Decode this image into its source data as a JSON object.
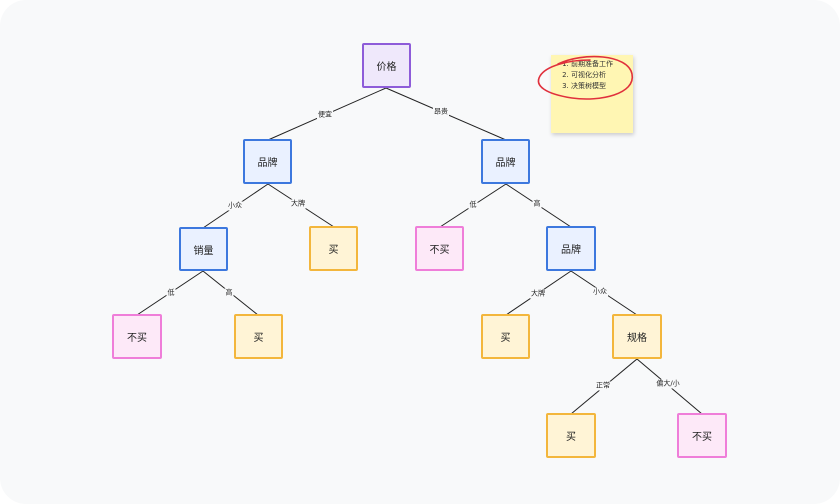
{
  "nodes": {
    "root": "价格",
    "left_brand": "品牌",
    "right_brand": "品牌",
    "sales": "销量",
    "buy_bigbrand": "买",
    "nobuy_low_price": "不买",
    "nobuy_low_sales": "不买",
    "buy_high_sales": "买",
    "second_brand": "品牌",
    "buy_bigbrand_2": "买",
    "spec": "规格",
    "buy_normal": "买",
    "nobuy_size": "不买"
  },
  "edges": {
    "cheap": "便宜",
    "expensive": "昂贵",
    "niche": "小众",
    "big_brand": "大牌",
    "low": "低",
    "high": "高",
    "low2": "低",
    "high2": "高",
    "big_brand2": "大牌",
    "niche2": "小众",
    "normal": "正常",
    "too_big_small": "偏大/小"
  },
  "note": {
    "items": [
      "前期准备工作",
      "可视化分析",
      "决策树模型"
    ]
  },
  "colors": {
    "root_border": "#8e5cd9",
    "branch_border": "#3d78de",
    "buy_border": "#f3b63c",
    "no_buy_border": "#ef7ed9",
    "note_bg": "#fff6b3",
    "scribble": "#e0303c"
  }
}
